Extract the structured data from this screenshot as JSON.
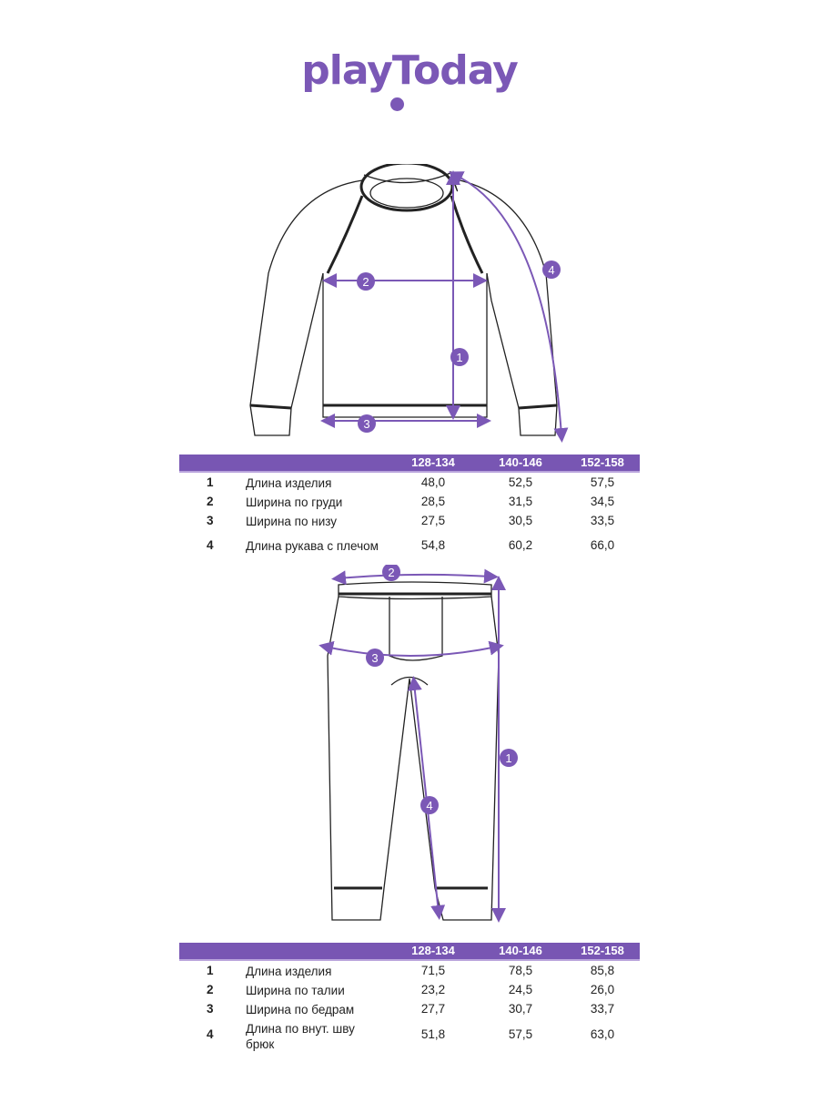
{
  "brand": {
    "logo_text": "playToday"
  },
  "top": {
    "sizes": [
      "128-134",
      "140-146",
      "152-158"
    ],
    "diagram_markers": [
      "1",
      "2",
      "3",
      "4"
    ],
    "rows": [
      {
        "num": "1",
        "label": "Длина изделия",
        "values": [
          "48,0",
          "52,5",
          "57,5"
        ]
      },
      {
        "num": "2",
        "label": "Ширина по груди",
        "values": [
          "28,5",
          "31,5",
          "34,5"
        ]
      },
      {
        "num": "3",
        "label": "Ширина по низу",
        "values": [
          "27,5",
          "30,5",
          "33,5"
        ]
      },
      {
        "num": "4",
        "label": "Длина рукава с плечом",
        "values": [
          "54,8",
          "60,2",
          "66,0"
        ]
      }
    ]
  },
  "bottom": {
    "sizes": [
      "128-134",
      "140-146",
      "152-158"
    ],
    "diagram_markers": [
      "1",
      "2",
      "3",
      "4"
    ],
    "rows": [
      {
        "num": "1",
        "label": "Длина изделия",
        "values": [
          "71,5",
          "78,5",
          "85,8"
        ]
      },
      {
        "num": "2",
        "label": "Ширина по талии",
        "values": [
          "23,2",
          "24,5",
          "26,0"
        ]
      },
      {
        "num": "3",
        "label": "Ширина по бедрам",
        "values": [
          "27,7",
          "30,7",
          "33,7"
        ]
      },
      {
        "num": "4",
        "label": "Длина по внут. шву брюк",
        "values": [
          "51,8",
          "57,5",
          "63,0"
        ]
      }
    ]
  },
  "colors": {
    "accent": "#7856b3"
  }
}
